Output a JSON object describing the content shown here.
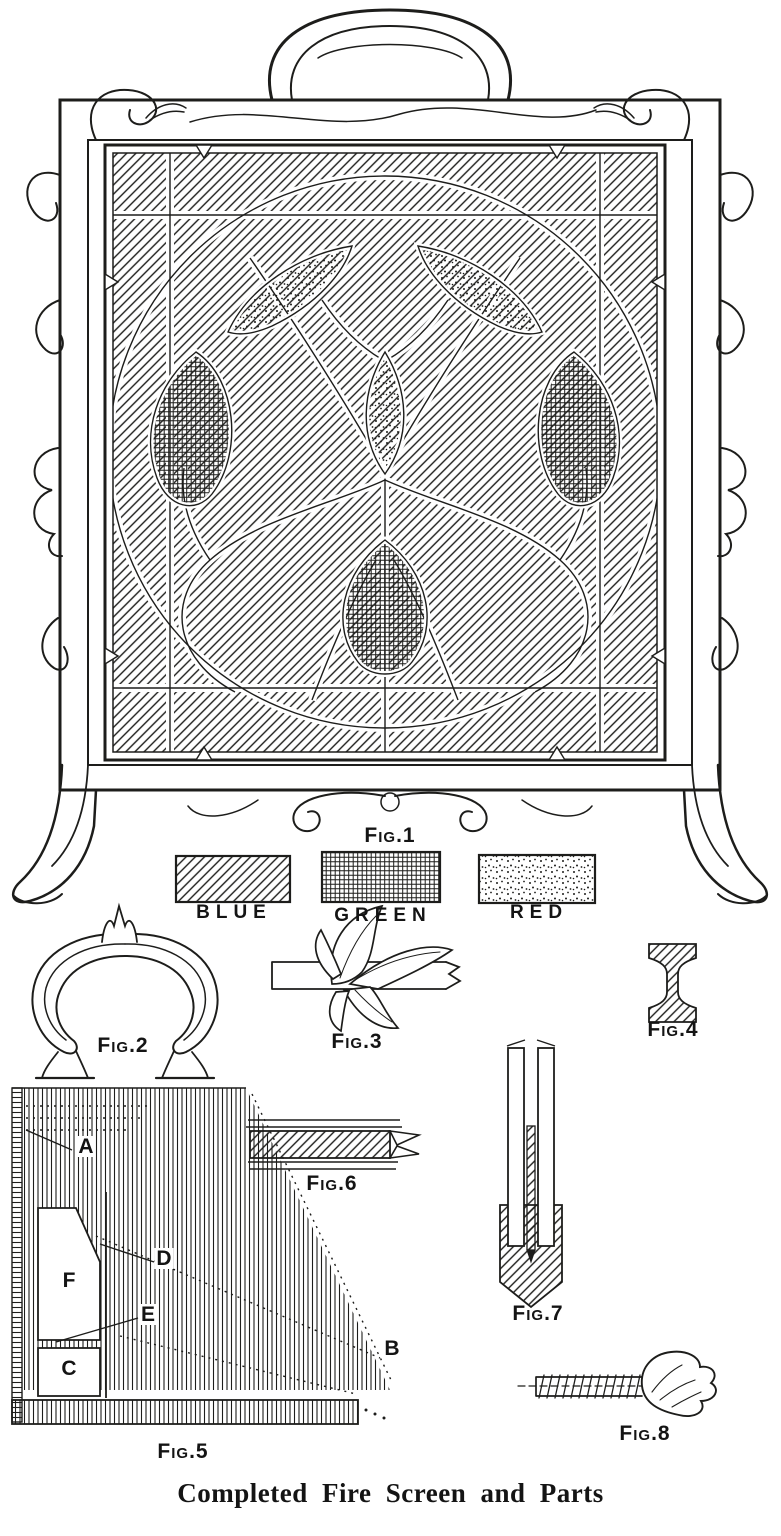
{
  "page": {
    "caption": "Completed Fire Screen and Parts"
  },
  "legend": {
    "blue": {
      "label": "BLUE",
      "pattern": "diagonal-hatch"
    },
    "green": {
      "label": "GREEN",
      "pattern": "crosshatch"
    },
    "red": {
      "label": "RED",
      "pattern": "stipple"
    }
  },
  "figures": {
    "fig1": "Fig.1",
    "fig2": "Fig.2",
    "fig3": "Fig.3",
    "fig4": "Fig.4",
    "fig5": "Fig.5",
    "fig6": "Fig.6",
    "fig7": "Fig.7",
    "fig8": "Fig.8"
  },
  "part_labels": {
    "a": "A",
    "b": "B",
    "c": "C",
    "d": "D",
    "e": "E",
    "f": "F"
  },
  "colors": {
    "ink": "#1d1d1b",
    "paper": "#ffffff"
  }
}
